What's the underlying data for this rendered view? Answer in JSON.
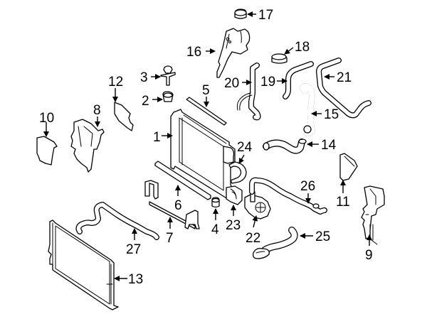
{
  "diagram": {
    "title": "Cooling system components exploded view",
    "callouts": {
      "c1": "1",
      "c2": "2",
      "c3": "3",
      "c4": "4",
      "c5": "5",
      "c6": "6",
      "c7": "7",
      "c8": "8",
      "c9": "9",
      "c10": "10",
      "c11": "11",
      "c12": "12",
      "c13": "13",
      "c14": "14",
      "c15": "15",
      "c16": "16",
      "c17": "17",
      "c18": "18",
      "c19": "19",
      "c20": "20",
      "c21": "21",
      "c22": "22",
      "c23": "23",
      "c24": "24",
      "c25": "25",
      "c26": "26",
      "c27": "27"
    }
  }
}
